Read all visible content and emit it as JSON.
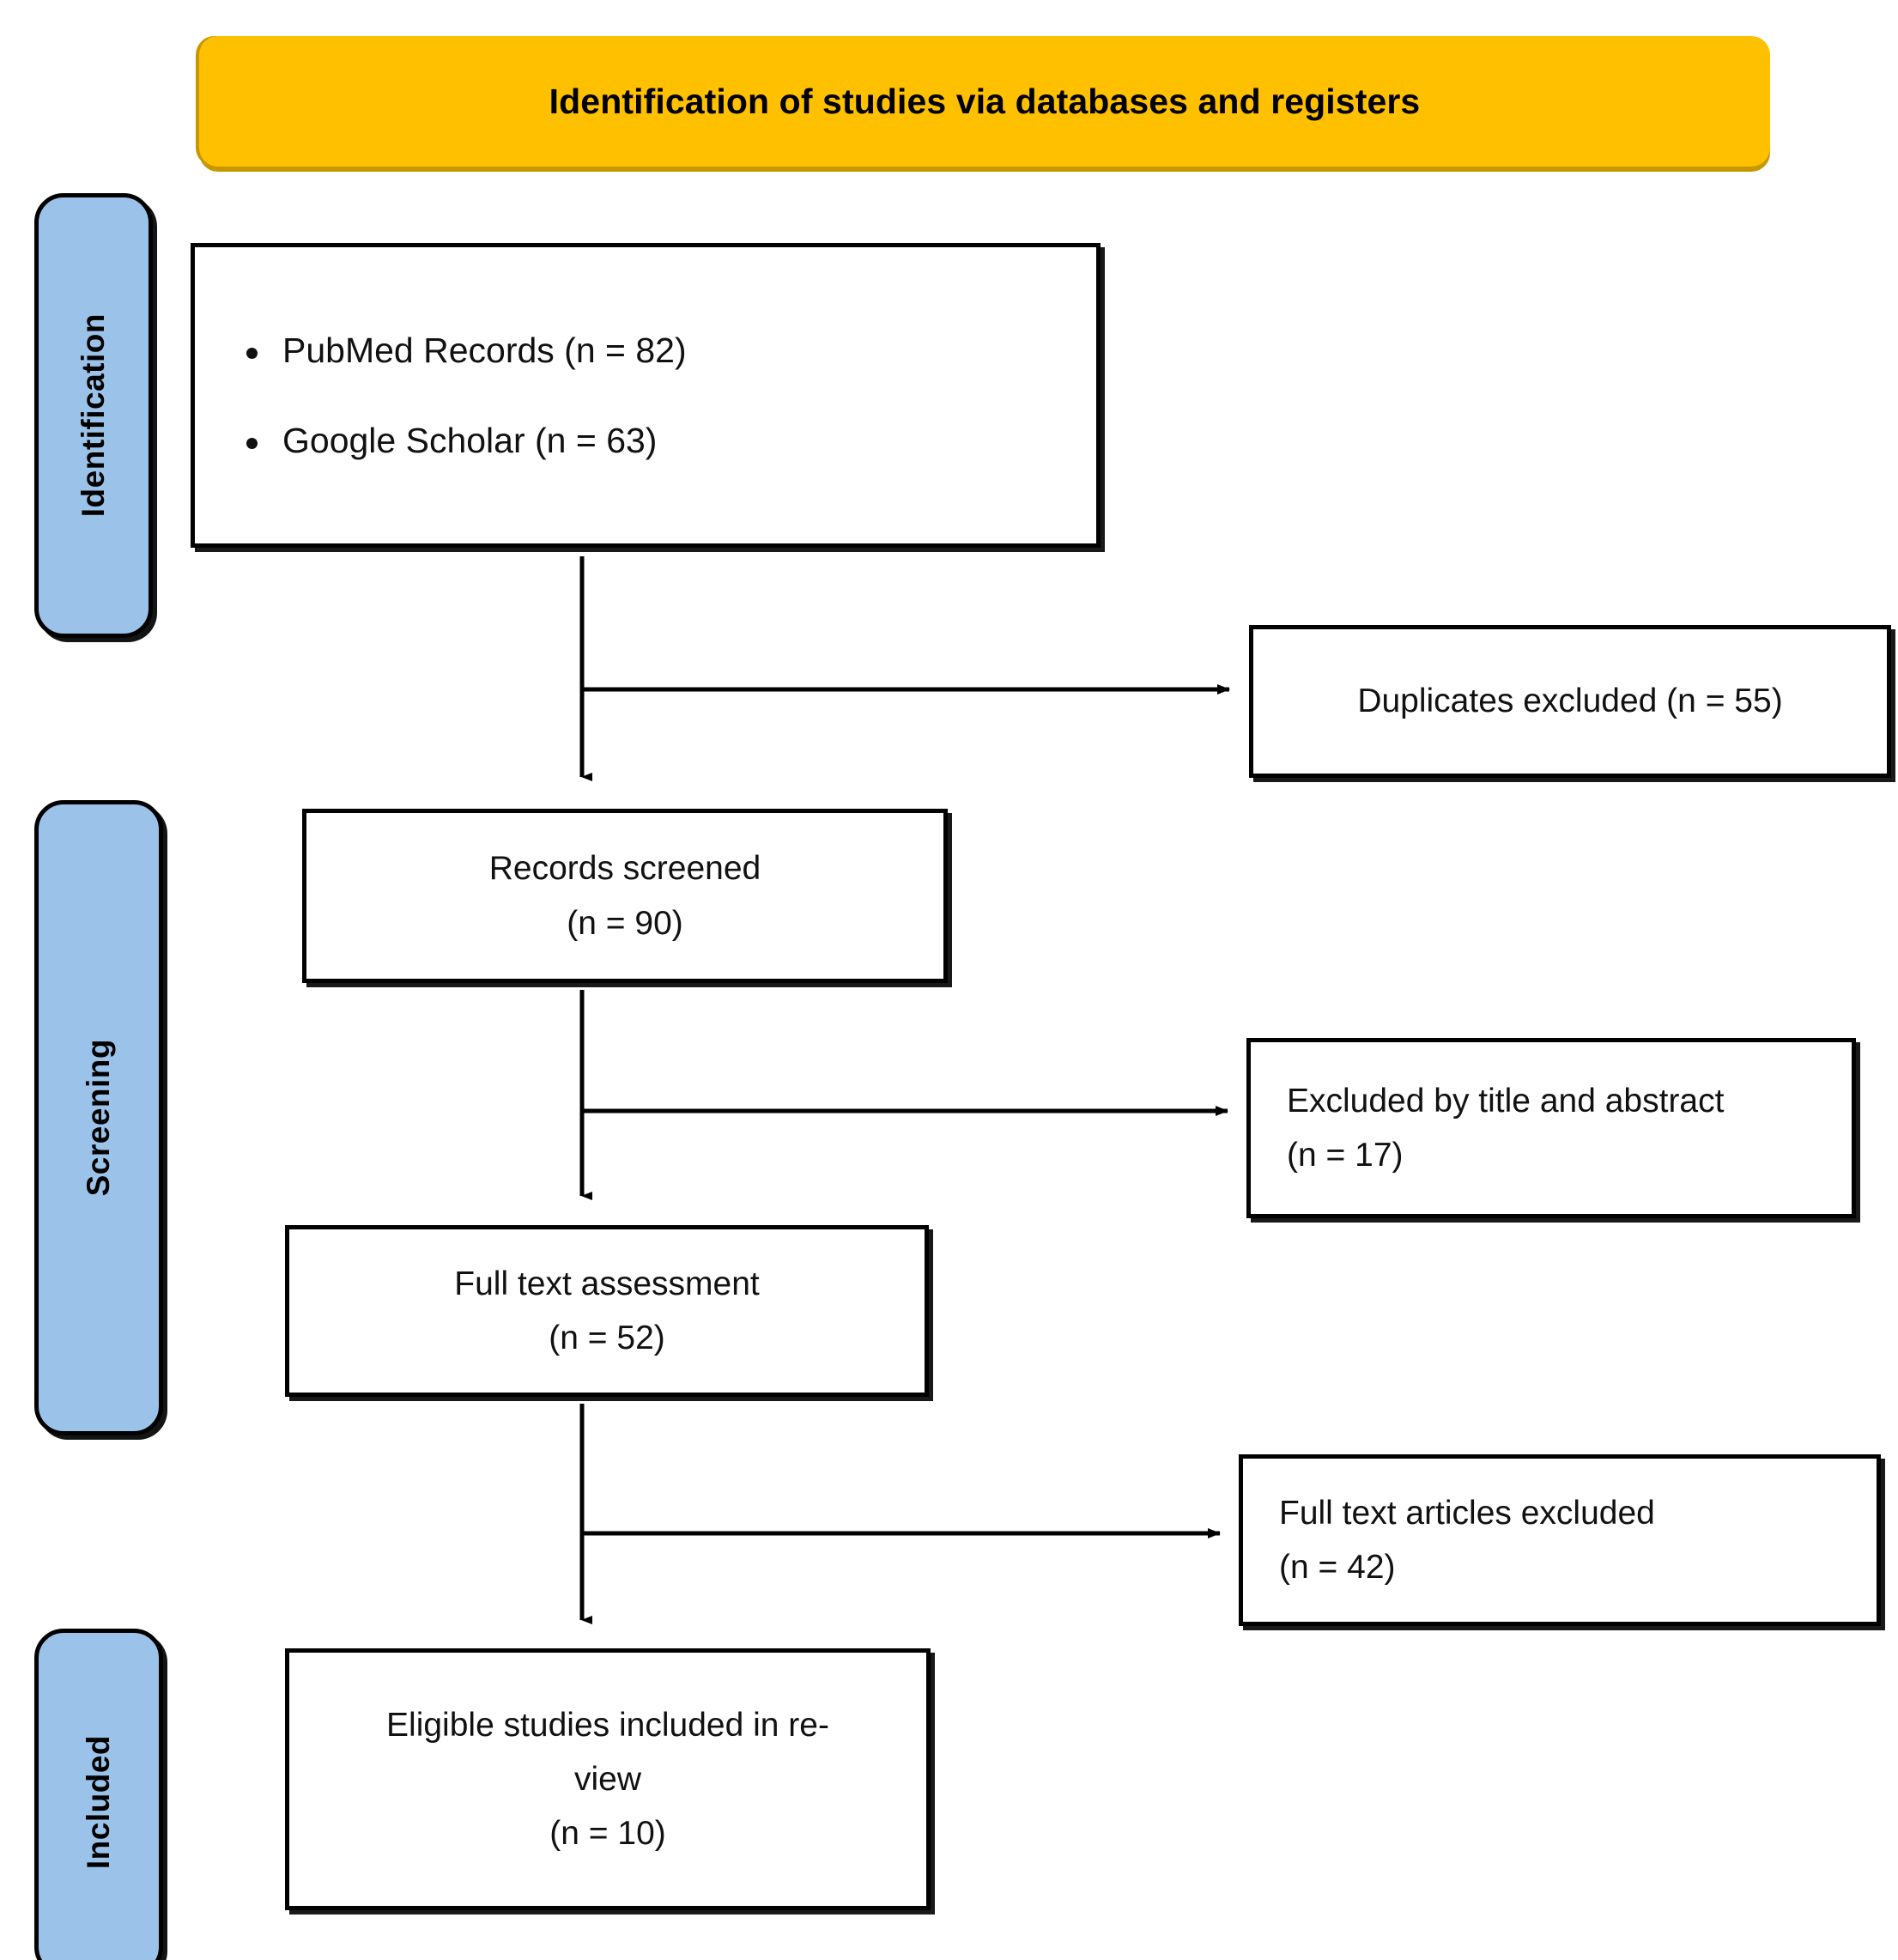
{
  "banner": {
    "title": "Identification of studies via databases and registers",
    "color": "#FFC000"
  },
  "stages": {
    "color": "#9BC2E9",
    "identification": "Identification",
    "screening": "Screening",
    "included": "Included"
  },
  "boxes": {
    "sources": {
      "bullets": [
        "PubMed Records (n = 82)",
        "Google Scholar (n = 63)"
      ]
    },
    "duplicates_excluded": {
      "line1": "Duplicates excluded (n = 55)"
    },
    "records_screened": {
      "line1": "Records screened",
      "line2": "(n = 90)"
    },
    "excluded_title_abstract": {
      "line1": "Excluded by title and abstract",
      "line2": "(n = 17)"
    },
    "full_text_assessment": {
      "line1": "Full text assessment",
      "line2": "(n = 52)"
    },
    "full_text_excluded": {
      "line1": "Full text articles excluded",
      "line2": "(n = 42)"
    },
    "eligible_included": {
      "line1": "Eligible studies included in re-",
      "line2": "view",
      "line3": "(n = 10)"
    }
  },
  "chart_data": {
    "type": "diagram",
    "title": "Identification of studies via databases and registers",
    "stages": [
      "Identification",
      "Screening",
      "Included"
    ],
    "nodes": [
      {
        "id": "pubmed",
        "stage": "Identification",
        "label": "PubMed Records",
        "n": 82
      },
      {
        "id": "scholar",
        "stage": "Identification",
        "label": "Google Scholar",
        "n": 63
      },
      {
        "id": "duplicates",
        "stage": "Identification",
        "label": "Duplicates excluded",
        "n": 55
      },
      {
        "id": "screened",
        "stage": "Screening",
        "label": "Records screened",
        "n": 90
      },
      {
        "id": "excl_title",
        "stage": "Screening",
        "label": "Excluded by title and abstract",
        "n": 17
      },
      {
        "id": "fulltext",
        "stage": "Screening",
        "label": "Full text assessment",
        "n": 52
      },
      {
        "id": "excl_full",
        "stage": "Screening",
        "label": "Full text articles excluded",
        "n": 42
      },
      {
        "id": "eligible",
        "stage": "Included",
        "label": "Eligible studies included in review",
        "n": 10
      }
    ],
    "edges": [
      {
        "from": "pubmed",
        "to": "screened",
        "kind": "down"
      },
      {
        "from": "pubmed",
        "to": "duplicates",
        "kind": "right"
      },
      {
        "from": "screened",
        "to": "fulltext",
        "kind": "down"
      },
      {
        "from": "screened",
        "to": "excl_title",
        "kind": "right"
      },
      {
        "from": "fulltext",
        "to": "eligible",
        "kind": "down"
      },
      {
        "from": "fulltext",
        "to": "excl_full",
        "kind": "right"
      }
    ]
  }
}
